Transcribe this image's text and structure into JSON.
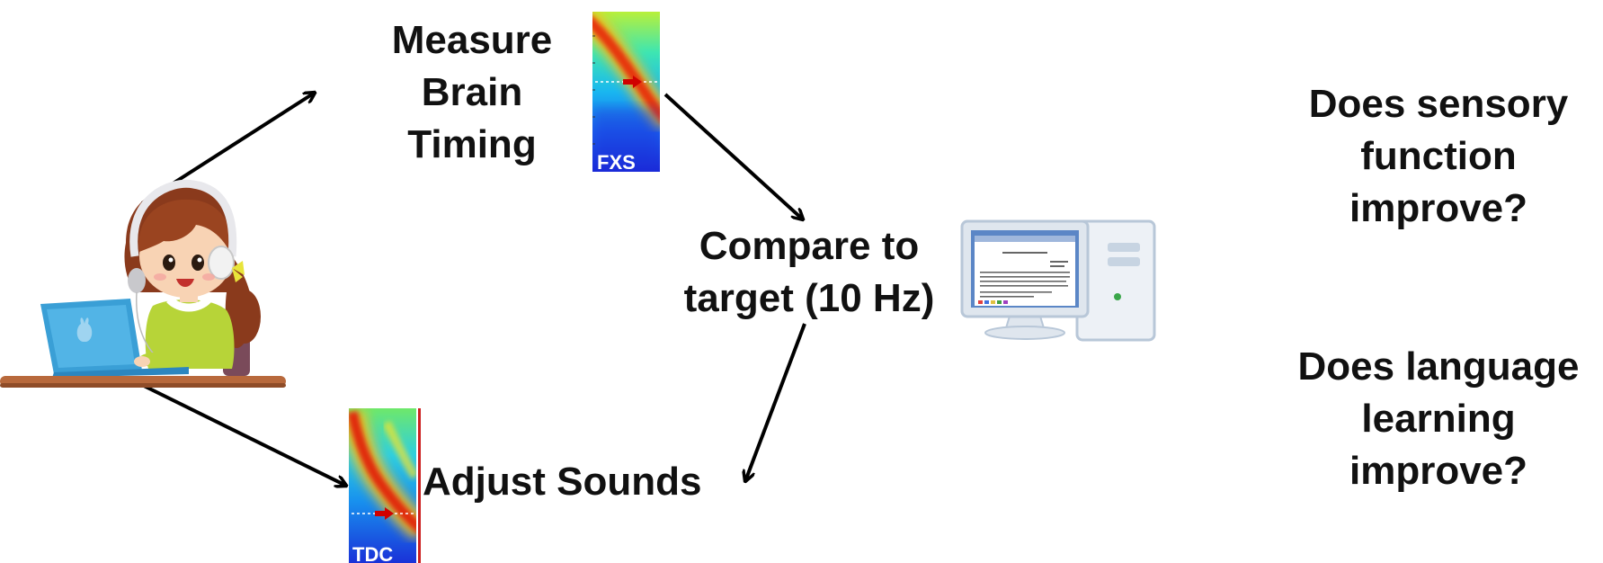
{
  "labels": {
    "measure": [
      "Measure",
      "Brain",
      "Timing"
    ],
    "compare": [
      "Compare to",
      "target (10 Hz)"
    ],
    "adjust": [
      "Adjust Sounds"
    ],
    "question_sensory": [
      "Does sensory",
      "function",
      "improve?"
    ],
    "question_language": [
      "Does language",
      "learning",
      "improve?"
    ]
  },
  "spectrograms": {
    "top": {
      "tag": "FXS"
    },
    "bottom": {
      "tag": "TDC"
    }
  },
  "colors": {
    "arrow": "#000000",
    "text": "#111111",
    "marker": "#d00000",
    "desk": "#b8693c",
    "laptop": "#3a9fd6",
    "sweater": "#b7d438",
    "hair": "#8a3a1c",
    "skin": "#f8d3b4",
    "monitor_frame": "#b8c7d8"
  },
  "icons": [
    "child-at-laptop-icon",
    "desktop-computer-icon"
  ]
}
